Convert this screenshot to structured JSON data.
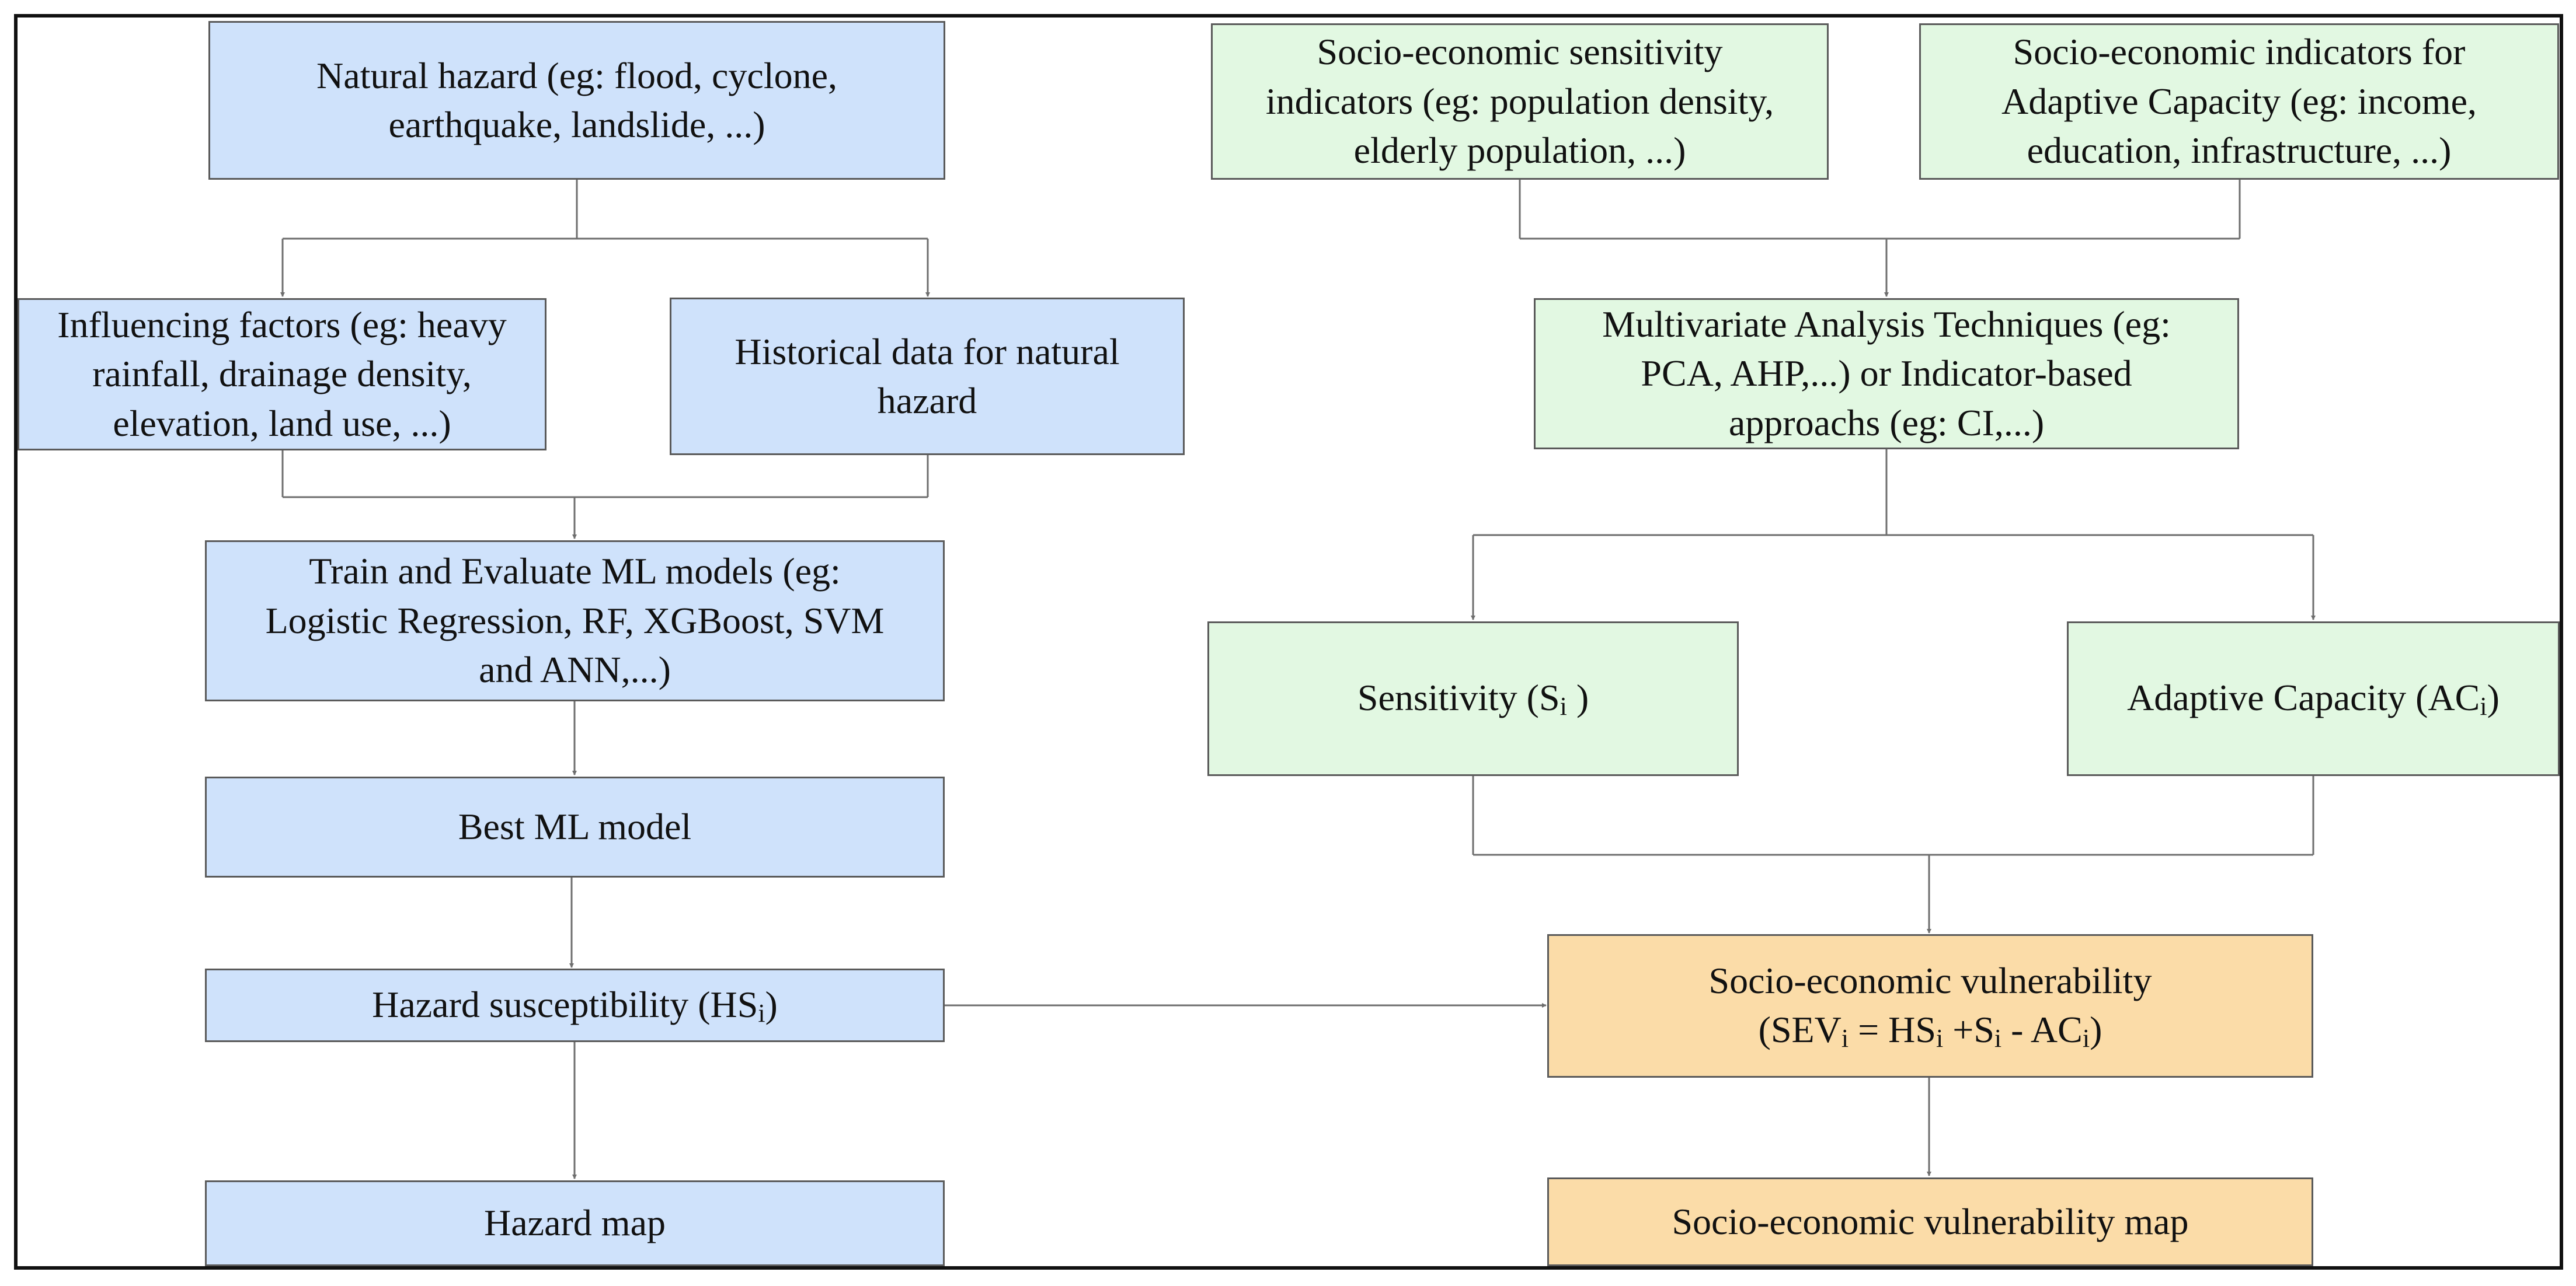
{
  "colors": {
    "hazard_fill": "#cfe2fb",
    "socio_fill": "#e2f8e2",
    "vulnerability_fill": "#fbdca8",
    "border": "#5a5a5a",
    "connector": "#6e6e6e",
    "frame": "#111111"
  },
  "nodes": {
    "natural_hazard": "Natural hazard (eg: flood, cyclone,\nearthquake, landslide, ...)",
    "influencing_factors": "Influencing factors (eg: heavy\nrainfall, drainage density,\nelevation, land use, ...)",
    "historical_data": "Historical data for natural\nhazard",
    "train_evaluate": "Train and Evaluate ML models (eg:\nLogistic Regression, RF, XGBoost, SVM\nand ANN,...)",
    "best_model": "Best ML model",
    "hazard_susceptibility": {
      "prefix": "Hazard susceptibility (HS",
      "sub": "i",
      "suffix": ")"
    },
    "hazard_map": "Hazard map",
    "sensitivity_indicators": "Socio-economic sensitivity\nindicators  (eg: population density,\nelderly population,  ...)",
    "adaptive_indicators": "Socio-economic indicators for\nAdaptive Capacity (eg: income,\neducation, infrastructure, ...)",
    "multivariate": "Multivariate Analysis Techniques (eg:\nPCA, AHP,...) or Indicator-based\napproachs (eg: CI,...)",
    "sensitivity": {
      "prefix": "Sensitivity (S",
      "sub": "i",
      "suffix": " )"
    },
    "adaptive_capacity": {
      "prefix": "Adaptive Capacity (AC",
      "sub": "i",
      "suffix": ")"
    },
    "socio_vulnerability": {
      "line1": "Socio-economic vulnerability",
      "p1": "(SEV",
      "s1": "i",
      "p2": " = HS",
      "s2": "i",
      "p3": " +S",
      "s3": "i",
      "p4": " - AC",
      "s4": "i",
      "p5": ")"
    },
    "vulnerability_map": "Socio-economic vulnerability map"
  }
}
